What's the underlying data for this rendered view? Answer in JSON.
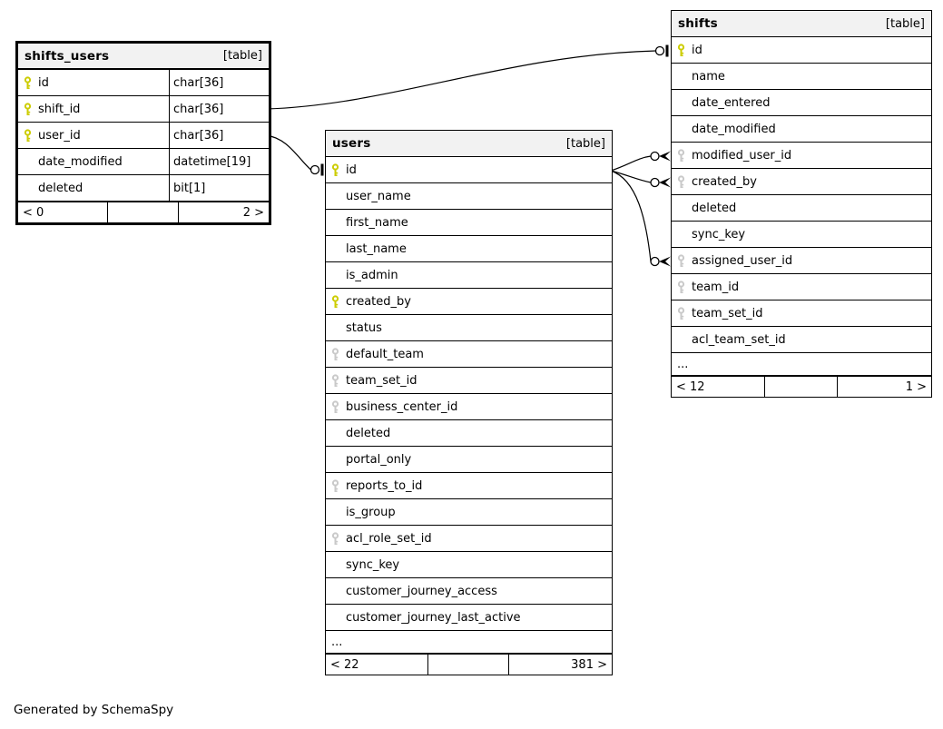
{
  "note": "Generated by SchemaSpy",
  "colors": {
    "primary_key_icon": "#cccc00",
    "foreign_key_icon": "#c9c9c9",
    "header_bg": "#f2f2f2",
    "border": "#000000",
    "background": "#ffffff"
  },
  "icons": {
    "primary_key": "key-icon",
    "foreign_key": "key-icon"
  },
  "tables": {
    "shifts_users": {
      "title": "shifts_users",
      "badge": "[table]",
      "columns": [
        {
          "name": "id",
          "type": "char[36]",
          "key": "pk"
        },
        {
          "name": "shift_id",
          "type": "char[36]",
          "key": "pk"
        },
        {
          "name": "user_id",
          "type": "char[36]",
          "key": "pk"
        },
        {
          "name": "date_modified",
          "type": "datetime[19]",
          "key": ""
        },
        {
          "name": "deleted",
          "type": "bit[1]",
          "key": ""
        }
      ],
      "pager": {
        "prev": "< 0",
        "next": "2 >"
      }
    },
    "users": {
      "title": "users",
      "badge": "[table]",
      "columns": [
        {
          "name": "id",
          "key": "pk"
        },
        {
          "name": "user_name",
          "key": ""
        },
        {
          "name": "first_name",
          "key": ""
        },
        {
          "name": "last_name",
          "key": ""
        },
        {
          "name": "is_admin",
          "key": ""
        },
        {
          "name": "created_by",
          "key": "pk"
        },
        {
          "name": "status",
          "key": ""
        },
        {
          "name": "default_team",
          "key": "fk"
        },
        {
          "name": "team_set_id",
          "key": "fk"
        },
        {
          "name": "business_center_id",
          "key": "fk"
        },
        {
          "name": "deleted",
          "key": ""
        },
        {
          "name": "portal_only",
          "key": ""
        },
        {
          "name": "reports_to_id",
          "key": "fk"
        },
        {
          "name": "is_group",
          "key": ""
        },
        {
          "name": "acl_role_set_id",
          "key": "fk"
        },
        {
          "name": "sync_key",
          "key": ""
        },
        {
          "name": "customer_journey_access",
          "key": ""
        },
        {
          "name": "customer_journey_last_active",
          "key": ""
        }
      ],
      "more": "...",
      "pager": {
        "prev": "< 22",
        "next": "381 >"
      }
    },
    "shifts": {
      "title": "shifts",
      "badge": "[table]",
      "columns": [
        {
          "name": "id",
          "key": "pk"
        },
        {
          "name": "name",
          "key": ""
        },
        {
          "name": "date_entered",
          "key": ""
        },
        {
          "name": "date_modified",
          "key": ""
        },
        {
          "name": "modified_user_id",
          "key": "fk"
        },
        {
          "name": "created_by",
          "key": "fk"
        },
        {
          "name": "deleted",
          "key": ""
        },
        {
          "name": "sync_key",
          "key": ""
        },
        {
          "name": "assigned_user_id",
          "key": "fk"
        },
        {
          "name": "team_id",
          "key": "fk"
        },
        {
          "name": "team_set_id",
          "key": "fk"
        },
        {
          "name": "acl_team_set_id",
          "key": ""
        }
      ],
      "more": "...",
      "pager": {
        "prev": "< 12",
        "next": "1 >"
      }
    }
  },
  "relationships": [
    {
      "from": "shifts_users.shift_id",
      "to": "shifts.id",
      "marker": "zero-one"
    },
    {
      "from": "shifts_users.user_id",
      "to": "users.id",
      "marker": "zero-one"
    },
    {
      "from": "users.id",
      "to": "shifts.modified_user_id",
      "marker": "zero-many"
    },
    {
      "from": "users.id",
      "to": "shifts.created_by",
      "marker": "zero-many"
    },
    {
      "from": "users.id",
      "to": "shifts.assigned_user_id",
      "marker": "zero-many"
    }
  ]
}
